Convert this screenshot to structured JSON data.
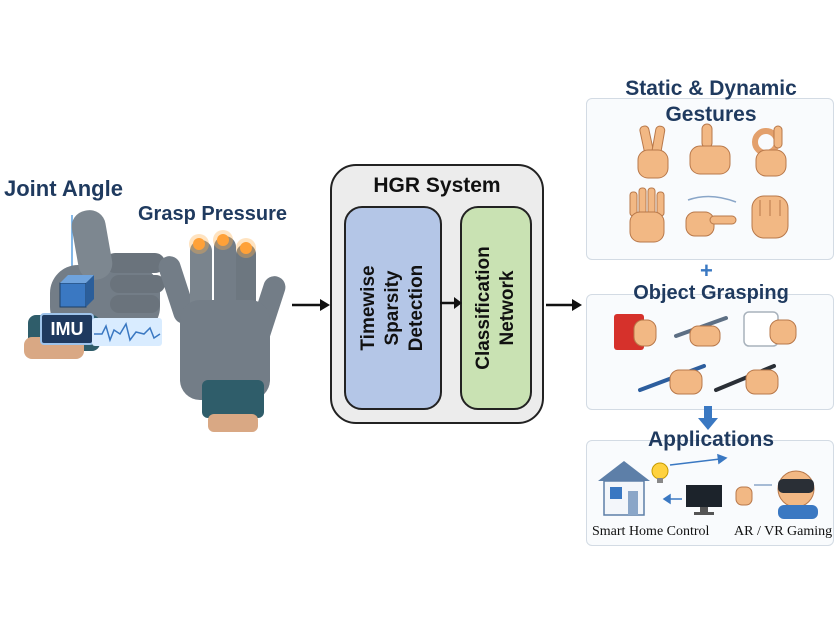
{
  "left": {
    "joint_angle_label": "Joint Angle",
    "grasp_pressure_label": "Grasp Pressure",
    "imu_label": "IMU"
  },
  "system": {
    "title": "HGR System",
    "block1_line1": "Timewise",
    "block1_line2": "Sparsity",
    "block1_line3": "Detection",
    "block2_line1": "Classification",
    "block2_line2": "Network",
    "block1_color": "#b4c6e7",
    "block2_color": "#c9e2b3"
  },
  "right": {
    "gestures_title_line1": "Static & Dynamic",
    "gestures_title_line2": "Gestures",
    "plus_symbol": "+",
    "grasping_title": "Object Grasping",
    "applications_title": "Applications",
    "app1_label": "Smart Home Control",
    "app2_label": "AR / VR Gaming"
  },
  "colors": {
    "title_text": "#1f3a5f",
    "accent_blue": "#3a78c2",
    "glove_gray": "#737d87",
    "cuff_teal": "#2f5d6a"
  }
}
